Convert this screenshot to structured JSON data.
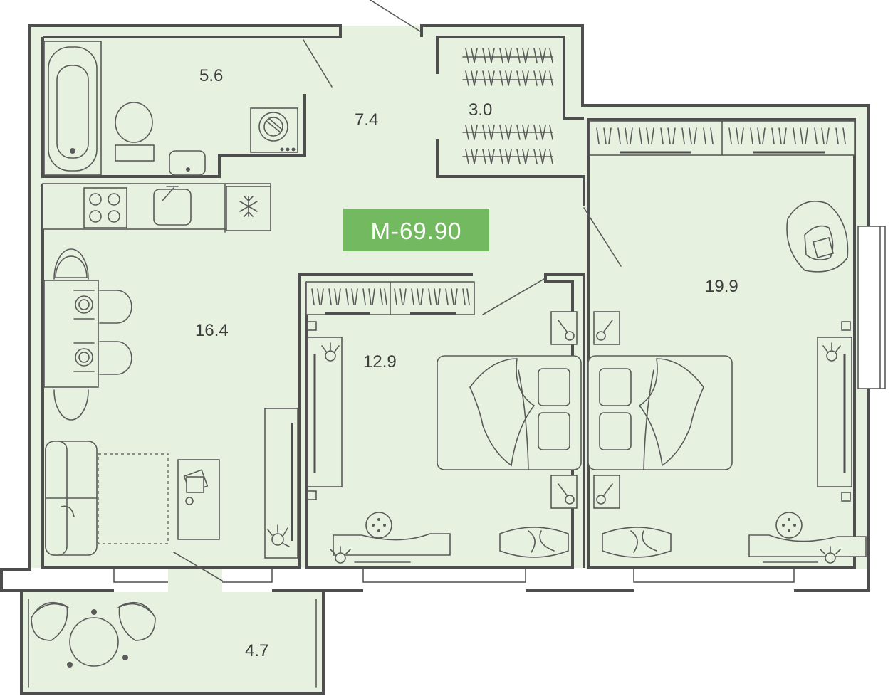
{
  "plan": {
    "badge": {
      "label": "М-69.90",
      "color": "#72b95f"
    },
    "rooms": [
      {
        "id": "bathroom",
        "area": "5.6"
      },
      {
        "id": "hallway",
        "area": "7.4"
      },
      {
        "id": "storage",
        "area": "3.0"
      },
      {
        "id": "kitchen-living",
        "area": "16.4"
      },
      {
        "id": "bedroom-small",
        "area": "12.9"
      },
      {
        "id": "bedroom-large",
        "area": "19.9"
      },
      {
        "id": "balcony",
        "area": "4.7"
      }
    ],
    "colors": {
      "room_fill": "#e6f2df",
      "wall": "#4e4e4e",
      "line": "#5a5a5a"
    },
    "icons": [
      "bathtub-icon",
      "toilet-icon",
      "washing-machine-icon",
      "sink-icon",
      "stove-icon",
      "fridge-icon",
      "bed-icon",
      "armchair-icon",
      "sofa-icon",
      "dining-table-icon",
      "tv-icon",
      "plant-icon",
      "desk-icon",
      "wardrobe-icon",
      "door-swing-icon"
    ]
  }
}
